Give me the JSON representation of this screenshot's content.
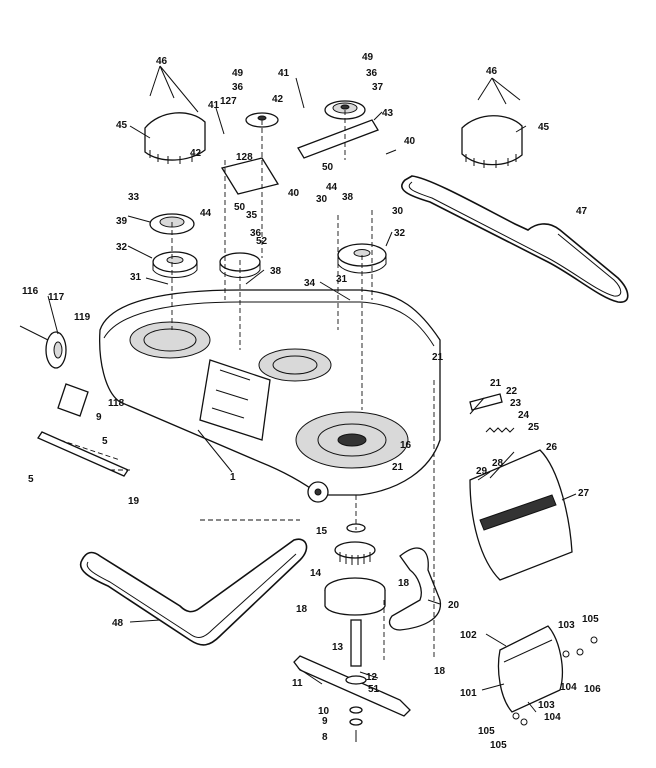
{
  "diagram": {
    "callouts": [
      {
        "id": "c46a",
        "text": "46"
      },
      {
        "id": "c45a",
        "text": "45"
      },
      {
        "id": "c49a",
        "text": "49"
      },
      {
        "id": "c36a",
        "text": "36"
      },
      {
        "id": "c127",
        "text": "127"
      },
      {
        "id": "c41a",
        "text": "41"
      },
      {
        "id": "c42a",
        "text": "42"
      },
      {
        "id": "c41b",
        "text": "41"
      },
      {
        "id": "c42b",
        "text": "42"
      },
      {
        "id": "c49b",
        "text": "49"
      },
      {
        "id": "c36b",
        "text": "36"
      },
      {
        "id": "c37",
        "text": "37"
      },
      {
        "id": "c43",
        "text": "43"
      },
      {
        "id": "c40a",
        "text": "40"
      },
      {
        "id": "c50a",
        "text": "50"
      },
      {
        "id": "c46b",
        "text": "46"
      },
      {
        "id": "c45b",
        "text": "45"
      },
      {
        "id": "c128",
        "text": "128"
      },
      {
        "id": "c33",
        "text": "33"
      },
      {
        "id": "c44a",
        "text": "44"
      },
      {
        "id": "c50b",
        "text": "50"
      },
      {
        "id": "c40b",
        "text": "40"
      },
      {
        "id": "c44b",
        "text": "44"
      },
      {
        "id": "c38a",
        "text": "38"
      },
      {
        "id": "c30a",
        "text": "30"
      },
      {
        "id": "c30b",
        "text": "30"
      },
      {
        "id": "c35",
        "text": "35"
      },
      {
        "id": "c39",
        "text": "39"
      },
      {
        "id": "c36c",
        "text": "36"
      },
      {
        "id": "c52",
        "text": "52"
      },
      {
        "id": "c32a",
        "text": "32"
      },
      {
        "id": "c32b",
        "text": "32"
      },
      {
        "id": "c38b",
        "text": "38"
      },
      {
        "id": "c31a",
        "text": "31"
      },
      {
        "id": "c31b",
        "text": "31"
      },
      {
        "id": "c47",
        "text": "47"
      },
      {
        "id": "c34",
        "text": "34"
      },
      {
        "id": "c116",
        "text": "116"
      },
      {
        "id": "c117",
        "text": "117"
      },
      {
        "id": "c119",
        "text": "119"
      },
      {
        "id": "c118",
        "text": "118"
      },
      {
        "id": "c21a",
        "text": "21"
      },
      {
        "id": "c21b",
        "text": "21"
      },
      {
        "id": "c22",
        "text": "22"
      },
      {
        "id": "c23",
        "text": "23"
      },
      {
        "id": "c24",
        "text": "24"
      },
      {
        "id": "c25",
        "text": "25"
      },
      {
        "id": "c26",
        "text": "26"
      },
      {
        "id": "c9a",
        "text": "9"
      },
      {
        "id": "c5a",
        "text": "5"
      },
      {
        "id": "c5b",
        "text": "5"
      },
      {
        "id": "c16",
        "text": "16"
      },
      {
        "id": "c21c",
        "text": "21"
      },
      {
        "id": "c28",
        "text": "28"
      },
      {
        "id": "c29",
        "text": "29"
      },
      {
        "id": "c1",
        "text": "1"
      },
      {
        "id": "c27",
        "text": "27"
      },
      {
        "id": "c19",
        "text": "19"
      },
      {
        "id": "c15",
        "text": "15"
      },
      {
        "id": "c14",
        "text": "14"
      },
      {
        "id": "c18a",
        "text": "18"
      },
      {
        "id": "c18b",
        "text": "18"
      },
      {
        "id": "c20",
        "text": "20"
      },
      {
        "id": "c48",
        "text": "48"
      },
      {
        "id": "c13",
        "text": "13"
      },
      {
        "id": "c102",
        "text": "102"
      },
      {
        "id": "c103a",
        "text": "103"
      },
      {
        "id": "c105a",
        "text": "105"
      },
      {
        "id": "c12",
        "text": "12"
      },
      {
        "id": "c18c",
        "text": "18"
      },
      {
        "id": "c11",
        "text": "11"
      },
      {
        "id": "c51",
        "text": "51"
      },
      {
        "id": "c104a",
        "text": "104"
      },
      {
        "id": "c106",
        "text": "106"
      },
      {
        "id": "c101",
        "text": "101"
      },
      {
        "id": "c103b",
        "text": "103"
      },
      {
        "id": "c10",
        "text": "10"
      },
      {
        "id": "c104b",
        "text": "104"
      },
      {
        "id": "c9b",
        "text": "9"
      },
      {
        "id": "c105b",
        "text": "105"
      },
      {
        "id": "c8",
        "text": "8"
      },
      {
        "id": "c105c",
        "text": "105"
      }
    ]
  }
}
